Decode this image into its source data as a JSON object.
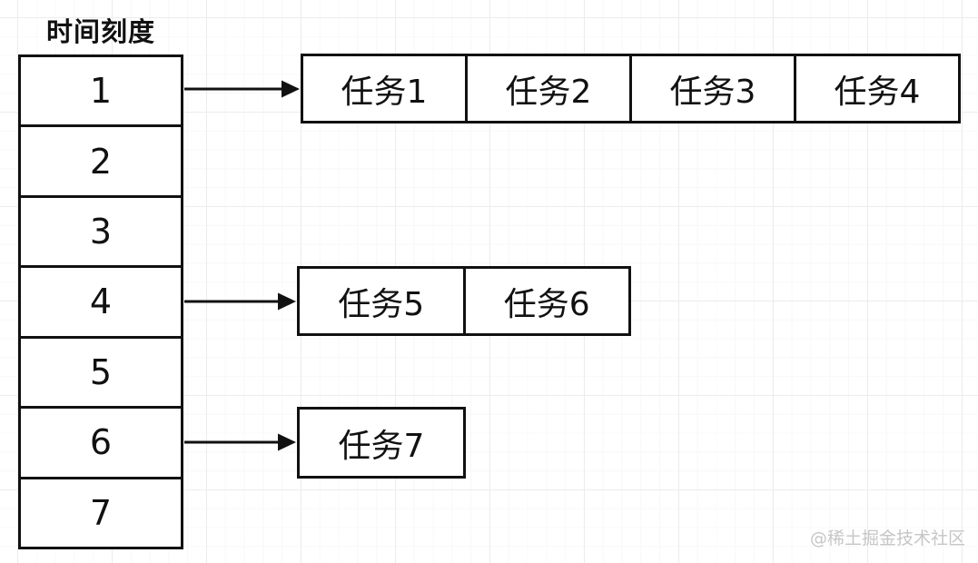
{
  "diagram": {
    "title": "时间刻度",
    "slots": [
      "1",
      "2",
      "3",
      "4",
      "5",
      "6",
      "7"
    ],
    "rows": [
      {
        "from_slot": "1",
        "tasks": [
          "任务1",
          "任务2",
          "任务3",
          "任务4"
        ]
      },
      {
        "from_slot": "4",
        "tasks": [
          "任务5",
          "任务6"
        ]
      },
      {
        "from_slot": "6",
        "tasks": [
          "任务7"
        ]
      }
    ]
  },
  "watermark": "@稀土掘金技术社区",
  "colors": {
    "line": "#111111",
    "text": "#111111",
    "grid_major": "#ececec",
    "grid_minor": "#f8f8f8",
    "watermark": "#c6c6c6",
    "background": "#ffffff"
  }
}
